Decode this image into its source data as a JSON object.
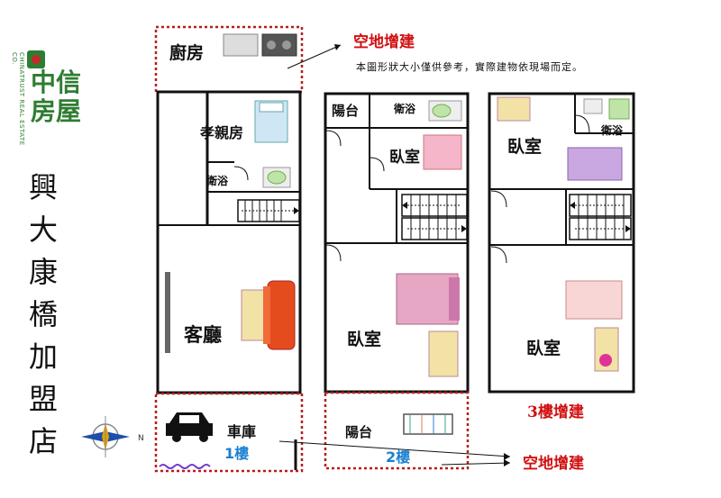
{
  "brand": {
    "name_cn": "中信房屋",
    "name_en": "CHINATRUST REAL ESTATE CO.",
    "colors": {
      "green": "#2e7d32",
      "red": "#c62828"
    }
  },
  "store_name": "興大康橋加盟店",
  "note": "本圖形狀大小僅供參考，實際建物依現場而定。",
  "annotations": {
    "top_extension": "空地增建",
    "bottom_extension": "空地增建",
    "floor3_extension": "3樓增建"
  },
  "floor1": {
    "label": "1樓",
    "rooms": {
      "kitchen": "廚房",
      "elder_room": "孝親房",
      "bath": "衛浴",
      "living": "客廳",
      "garage": "車庫"
    }
  },
  "floor2": {
    "label": "2樓",
    "rooms": {
      "balcony_top": "陽台",
      "bath": "衛浴",
      "bedroom_small": "臥室",
      "bedroom_main": "臥室",
      "balcony_bottom": "陽台"
    }
  },
  "floor3": {
    "rooms": {
      "bedroom_top": "臥室",
      "bath": "衛浴",
      "bedroom_bottom": "臥室"
    }
  },
  "colors": {
    "wall": "#111111",
    "extension_border": "#b81c1c",
    "accent_red": "#d01010",
    "floor_blue": "#1a7fd0"
  }
}
